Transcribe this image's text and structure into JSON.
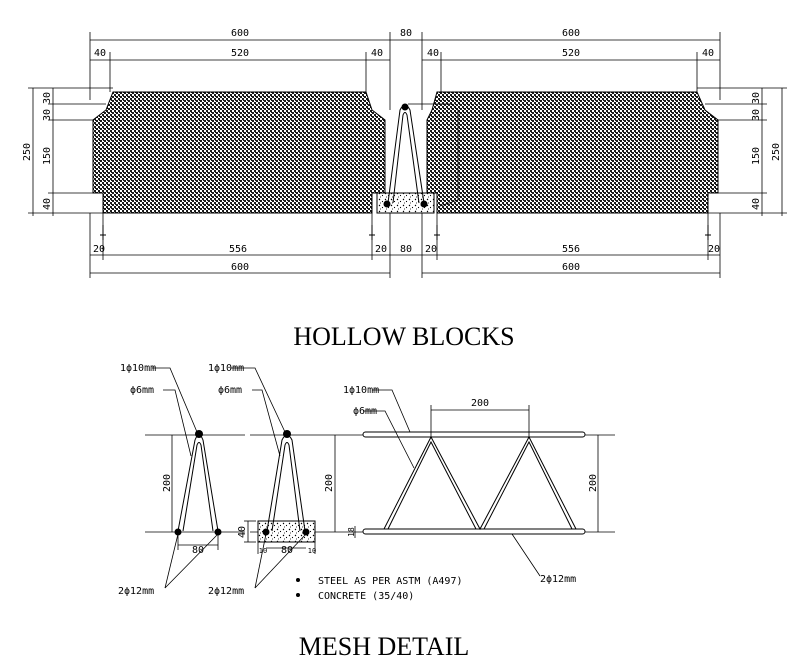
{
  "titles": {
    "top": "HOLLOW BLOCKS",
    "bottom": "MESH DETAIL"
  },
  "dims_top": {
    "block_width": "600",
    "gap": "80",
    "inner_width": "520",
    "edge": "40",
    "total_height": "250",
    "step": "30",
    "mid_height": "150",
    "bottom_height": "40",
    "foot": "20",
    "base_width": "556"
  },
  "mesh": {
    "bar_top": "1ϕ10mm",
    "diagonal": "ϕ6mm",
    "bar_bottom": "2ϕ12mm",
    "height": "200",
    "base": "80",
    "pitch": "200",
    "small": "40",
    "cover": "18",
    "edge": "10"
  },
  "notes": [
    "STEEL AS PER ASTM (A497)",
    "CONCRETE (35/40)"
  ],
  "colors": {
    "ink": "#000000",
    "paper": "#ffffff",
    "hatch": "#1a1a1a"
  }
}
